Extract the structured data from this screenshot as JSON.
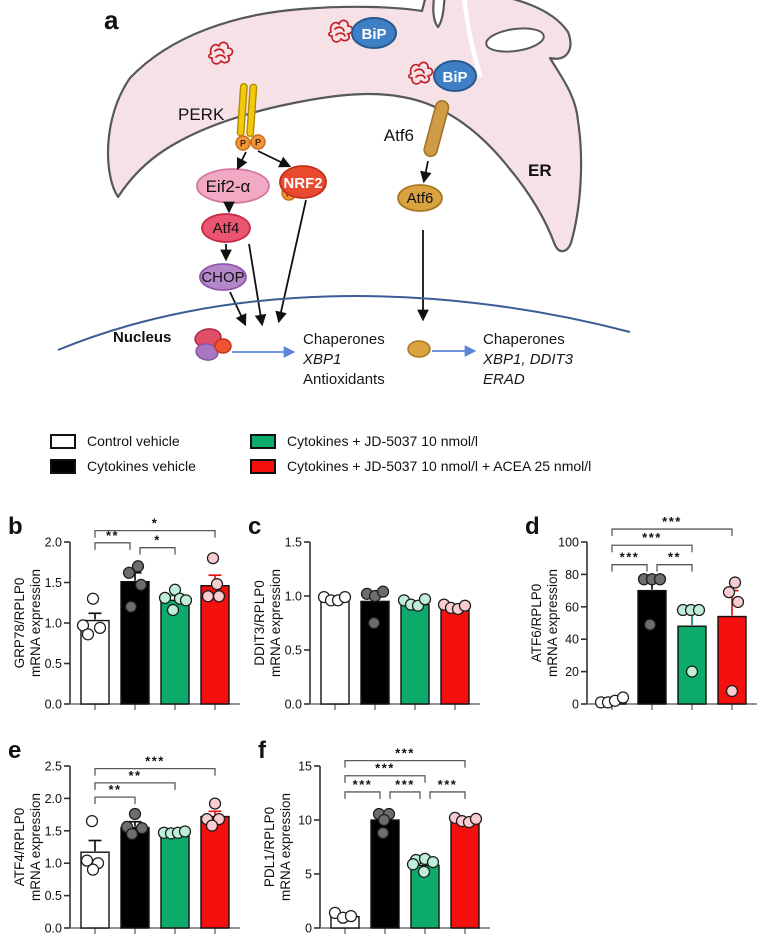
{
  "figure": {
    "panel_a": "a"
  },
  "diagram": {
    "labels": {
      "perk": "PERK",
      "bip": "BiP",
      "atf6_membrane": "Atf6",
      "atf6_cleaved": "Atf6",
      "eif2a": "Eif2-α",
      "p": "P",
      "nrf2": "NRF2",
      "atf4": "Atf4",
      "chop": "CHOP",
      "er": "ER",
      "nucleus": "Nucleus",
      "out_left_1": "Chaperones",
      "out_left_2": "XBP1",
      "out_left_3": "Antioxidants",
      "out_right_1": "Chaperones",
      "out_right_2": "XBP1, DDIT3",
      "out_right_3": "ERAD"
    },
    "colors": {
      "er_fill": "#f6e2e6",
      "membrane": "#57585a",
      "bip": "#3f80c4",
      "misfolded": "#c22027",
      "perk_rod": "#f5c70f",
      "p_circle": "#f0953b",
      "eif2a": "#f2a9c4",
      "nrf2": "#e94a2f",
      "atf4": "#ea5671",
      "chop": "#b487cb",
      "atf6": "#d09b47",
      "nucleus_line": "#3c5c95",
      "blue_arrow": "#5b86d8"
    }
  },
  "legend": {
    "items": [
      {
        "label": "Control vehicle",
        "color": "#ffffff"
      },
      {
        "label": "Cytokines vehicle",
        "color": "#000000"
      },
      {
        "label": "Cytokines + JD-5037 10 nmol/l",
        "color": "#0cab6b"
      },
      {
        "label": "Cytokines + JD-5037 10 nmol/l + ACEA 25 nmol/l",
        "color": "#f50f0f"
      }
    ]
  },
  "chart_data": [
    {
      "panel": "b",
      "type": "bar",
      "ylabel_gene": "GRP78/RPLP0",
      "ylabel_line2": "mRNA expression",
      "ylim": [
        0,
        2.0
      ],
      "yticks": [
        0,
        0.5,
        1.0,
        1.5,
        2.0
      ],
      "ytick_labels": [
        "0.0",
        "0.5",
        "1.0",
        "1.5",
        "2.0"
      ],
      "categories": [
        "Control vehicle",
        "Cytokines vehicle",
        "Cytokines + JD-5037 10 nmol/l",
        "Cytokines + JD-5037 10 nmol/l + ACEA 25 nmol/l"
      ],
      "values": [
        1.03,
        1.51,
        1.28,
        1.46
      ],
      "errors": [
        0.09,
        0.11,
        0.06,
        0.13
      ],
      "bar_colors": [
        "#ffffff",
        "#000000",
        "#0cab6b",
        "#f50f0f"
      ],
      "err_colors": [
        "#111111",
        "#111111",
        "#0a8a55",
        "#e01212"
      ],
      "point_fill": [
        "#ffffff",
        "#6d6d6d",
        "#bfeed8",
        "#f8ccd0"
      ],
      "points": [
        [
          [
            -2,
            1.3
          ],
          [
            -12,
            0.97
          ],
          [
            5,
            0.94
          ],
          [
            -7,
            0.86
          ]
        ],
        [
          [
            3,
            1.7
          ],
          [
            -6,
            1.62
          ],
          [
            6,
            1.47
          ],
          [
            -4,
            1.2
          ]
        ],
        [
          [
            0,
            1.41
          ],
          [
            -10,
            1.31
          ],
          [
            5,
            1.3
          ],
          [
            11,
            1.28
          ],
          [
            -2,
            1.16
          ]
        ],
        [
          [
            -2,
            1.8
          ],
          [
            2,
            1.48
          ],
          [
            -7,
            1.33
          ],
          [
            4,
            1.33
          ]
        ]
      ],
      "brackets": [
        {
          "from": 0,
          "to": 1,
          "y": 1.99,
          "stars": "**",
          "x2off": -5
        },
        {
          "from": 1,
          "to": 2,
          "y": 1.93,
          "stars": "*",
          "x1off": 5
        },
        {
          "from": 0,
          "to": 3,
          "y": 2.14,
          "stars": "*"
        }
      ]
    },
    {
      "panel": "c",
      "type": "bar",
      "ylabel_gene": "DDIT3/RPLP0",
      "ylabel_line2": "mRNA expression",
      "ylim": [
        0,
        1.5
      ],
      "yticks": [
        0,
        0.5,
        1.0,
        1.5
      ],
      "ytick_labels": [
        "0.0",
        "0.5",
        "1.0",
        "1.5"
      ],
      "categories": [
        "Control vehicle",
        "Cytokines vehicle",
        "Cytokines + JD-5037 10 nmol/l",
        "Cytokines + JD-5037 10 nmol/l + ACEA 25 nmol/l"
      ],
      "values": [
        0.97,
        0.95,
        0.92,
        0.9
      ],
      "errors": [
        0.02,
        0.05,
        0.03,
        0.02
      ],
      "bar_colors": [
        "#ffffff",
        "#000000",
        "#0cab6b",
        "#f50f0f"
      ],
      "err_colors": [
        "#111111",
        "#111111",
        "#0a8a55",
        "#e01212"
      ],
      "point_fill": [
        "#ffffff",
        "#6d6d6d",
        "#bfeed8",
        "#f8ccd0"
      ],
      "points": [
        [
          [
            -11,
            0.99
          ],
          [
            -4,
            0.96
          ],
          [
            3,
            0.96
          ],
          [
            10,
            0.99
          ]
        ],
        [
          [
            -8,
            1.02
          ],
          [
            0,
            1.0
          ],
          [
            8,
            1.04
          ],
          [
            -1,
            0.75
          ]
        ],
        [
          [
            -11,
            0.96
          ],
          [
            -4,
            0.92
          ],
          [
            3,
            0.91
          ],
          [
            10,
            0.97
          ]
        ],
        [
          [
            -11,
            0.92
          ],
          [
            -4,
            0.89
          ],
          [
            3,
            0.88
          ],
          [
            10,
            0.91
          ]
        ]
      ],
      "brackets": []
    },
    {
      "panel": "d",
      "type": "bar",
      "ylabel_gene": "ATF6/RPLP0",
      "ylabel_line2": "mRNA expression",
      "ylim": [
        0,
        100
      ],
      "yticks": [
        0,
        20,
        40,
        60,
        80,
        100
      ],
      "ytick_labels": [
        "0",
        "20",
        "40",
        "60",
        "80",
        "100"
      ],
      "categories": [
        "Control vehicle",
        "Cytokines vehicle",
        "Cytokines + JD-5037 10 nmol/l",
        "Cytokines + JD-5037 10 nmol/l + ACEA 25 nmol/l"
      ],
      "values": [
        2,
        70,
        48,
        54
      ],
      "errors": [
        1.5,
        7,
        10,
        16
      ],
      "bar_colors": [
        "#ffffff",
        "#000000",
        "#0cab6b",
        "#f50f0f"
      ],
      "err_colors": [
        "#111111",
        "#111111",
        "#0a8a55",
        "#e01212"
      ],
      "point_fill": [
        "#ffffff",
        "#6d6d6d",
        "#bfeed8",
        "#f8ccd0"
      ],
      "points": [
        [
          [
            -11,
            1
          ],
          [
            -4,
            1
          ],
          [
            3,
            2
          ],
          [
            11,
            4
          ]
        ],
        [
          [
            -8,
            77
          ],
          [
            0,
            77
          ],
          [
            8,
            77
          ],
          [
            -2,
            49
          ]
        ],
        [
          [
            -9,
            58
          ],
          [
            -1,
            58
          ],
          [
            7,
            58
          ],
          [
            0,
            20
          ]
        ],
        [
          [
            3,
            75
          ],
          [
            -3,
            69
          ],
          [
            6,
            63
          ],
          [
            0,
            8
          ]
        ]
      ],
      "brackets": [
        {
          "from": 0,
          "to": 1,
          "y": 86,
          "stars": "***",
          "x2off": -5
        },
        {
          "from": 1,
          "to": 2,
          "y": 86,
          "stars": "**",
          "x1off": 5
        },
        {
          "from": 0,
          "to": 2,
          "y": 98,
          "stars": "***"
        },
        {
          "from": 0,
          "to": 3,
          "y": 108,
          "stars": "***"
        }
      ]
    },
    {
      "panel": "e",
      "type": "bar",
      "ylabel_gene": "ATF4/RPLP0",
      "ylabel_line2": "mRNA expression",
      "ylim": [
        0,
        2.5
      ],
      "yticks": [
        0,
        0.5,
        1.0,
        1.5,
        2.0,
        2.5
      ],
      "ytick_labels": [
        "0.0",
        "0.5",
        "1.0",
        "1.5",
        "2.0",
        "2.5"
      ],
      "categories": [
        "Control vehicle",
        "Cytokines vehicle",
        "Cytokines + JD-5037 10 nmol/l",
        "Cytokines + JD-5037 10 nmol/l + ACEA 25 nmol/l"
      ],
      "values": [
        1.17,
        1.55,
        1.47,
        1.72
      ],
      "errors": [
        0.18,
        0.09,
        0.03,
        0.08
      ],
      "bar_colors": [
        "#ffffff",
        "#000000",
        "#0cab6b",
        "#f50f0f"
      ],
      "err_colors": [
        "#111111",
        "#111111",
        "#0a8a55",
        "#e01212"
      ],
      "point_fill": [
        "#ffffff",
        "#6d6d6d",
        "#bfeed8",
        "#f8ccd0"
      ],
      "points": [
        [
          [
            -3,
            1.65
          ],
          [
            -8,
            1.04
          ],
          [
            3,
            1.0
          ],
          [
            -2,
            0.9
          ]
        ],
        [
          [
            0,
            1.76
          ],
          [
            -8,
            1.56
          ],
          [
            7,
            1.54
          ],
          [
            -3,
            1.45
          ]
        ],
        [
          [
            -11,
            1.47
          ],
          [
            -4,
            1.46
          ],
          [
            3,
            1.47
          ],
          [
            10,
            1.49
          ]
        ],
        [
          [
            0,
            1.92
          ],
          [
            -8,
            1.68
          ],
          [
            4,
            1.68
          ],
          [
            -3,
            1.58
          ]
        ]
      ],
      "brackets": [
        {
          "from": 0,
          "to": 1,
          "y": 2.02,
          "stars": "**"
        },
        {
          "from": 0,
          "to": 2,
          "y": 2.24,
          "stars": "**"
        },
        {
          "from": 0,
          "to": 3,
          "y": 2.46,
          "stars": "***"
        }
      ]
    },
    {
      "panel": "f",
      "type": "bar",
      "ylabel_gene": "PDL1/RPLP0",
      "ylabel_line2": "mRNA expression",
      "ylim": [
        0,
        15
      ],
      "yticks": [
        0,
        5,
        10,
        15
      ],
      "ytick_labels": [
        "0",
        "5",
        "10",
        "15"
      ],
      "categories": [
        "Control vehicle",
        "Cytokines vehicle",
        "Cytokines + JD-5037 10 nmol/l",
        "Cytokines + JD-5037 10 nmol/l + ACEA 25 nmol/l"
      ],
      "values": [
        1.05,
        10.0,
        5.8,
        9.9
      ],
      "errors": [
        0.12,
        0.35,
        0.3,
        0.2
      ],
      "bar_colors": [
        "#ffffff",
        "#000000",
        "#0cab6b",
        "#f50f0f"
      ],
      "err_colors": [
        "#111111",
        "#111111",
        "#0a8a55",
        "#e01212"
      ],
      "point_fill": [
        "#ffffff",
        "#6d6d6d",
        "#bfeed8",
        "#f8ccd0"
      ],
      "points": [
        [
          [
            -10,
            1.4
          ],
          [
            -2,
            0.95
          ],
          [
            6,
            1.1
          ]
        ],
        [
          [
            -6,
            10.55
          ],
          [
            4,
            10.55
          ],
          [
            -1,
            10.0
          ],
          [
            -2,
            8.8
          ]
        ],
        [
          [
            -9,
            6.3
          ],
          [
            0,
            6.4
          ],
          [
            8,
            6.1
          ],
          [
            -12,
            5.9
          ],
          [
            -1,
            5.2
          ]
        ],
        [
          [
            -10,
            10.2
          ],
          [
            -3,
            9.9
          ],
          [
            4,
            9.8
          ],
          [
            11,
            10.1
          ]
        ]
      ],
      "brackets": [
        {
          "from": 0,
          "to": 1,
          "y": 12.6,
          "stars": "***",
          "x2off": -5
        },
        {
          "from": 1,
          "to": 2,
          "y": 12.6,
          "stars": "***",
          "x1off": 5,
          "x2off": -5
        },
        {
          "from": 2,
          "to": 3,
          "y": 12.6,
          "stars": "***",
          "x1off": 5
        },
        {
          "from": 0,
          "to": 2,
          "y": 14.1,
          "stars": "***"
        },
        {
          "from": 0,
          "to": 3,
          "y": 15.5,
          "stars": "***"
        }
      ]
    }
  ]
}
